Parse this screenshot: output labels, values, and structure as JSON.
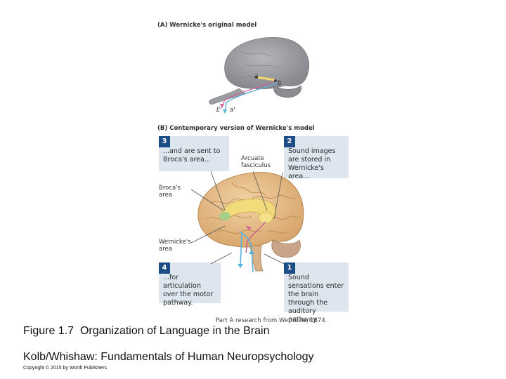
{
  "panel_a": {
    "title": "(A) Wernicke's original model",
    "letters": {
      "a1": "a",
      "b": "b",
      "E": "E'",
      "a2": "a'"
    }
  },
  "panel_b": {
    "title": "(B) Contemporary version of Wernicke's model",
    "steps": [
      {
        "num": "3",
        "text": "...and are sent to Broca's area..."
      },
      {
        "num": "2",
        "text": "Sound images are stored in Wernicke's area..."
      },
      {
        "num": "4",
        "text": "...for articulation over the motor pathway."
      },
      {
        "num": "1",
        "text": "Sound sensations enter the brain through the auditory pathway."
      }
    ],
    "labels": {
      "arcuate": "Arcuate fasciculus",
      "broca": "Broca's area",
      "wernicke": "Wernicke's area"
    },
    "credit": "Part A research from Wernicke, 1874."
  },
  "caption": {
    "figure_num": "Figure 1.7",
    "figure_title": "Organization of Language in the Brain",
    "book": "Kolb/Whishaw: Fundamentals of Human Neuropsychology",
    "copyright": "Copyright © 2015 by Worth Publishers"
  },
  "colors": {
    "step_box": "#dde6ee",
    "badge": "#1d4d86",
    "brain_gray": "#9a9ba0",
    "brain_tan": "#e7c08d",
    "arcuate": "#f2dc7a",
    "arrow_blue": "#5bb0d8",
    "arrow_pink": "#cc5a8e"
  }
}
